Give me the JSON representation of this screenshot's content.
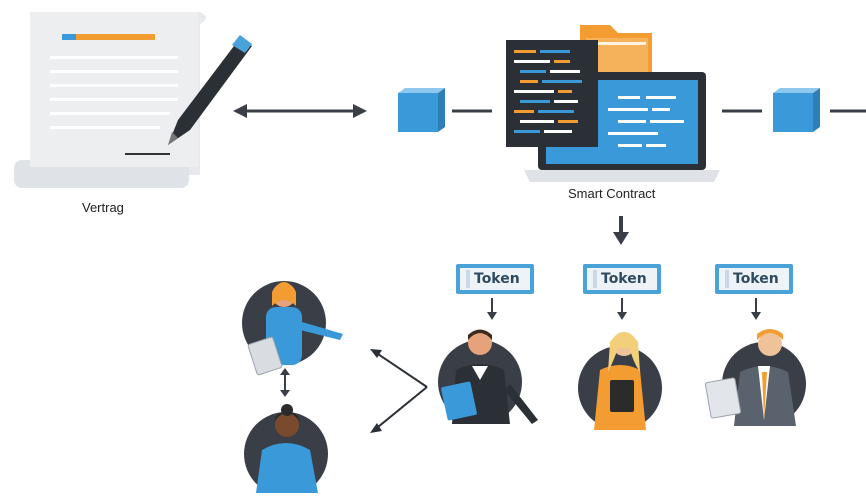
{
  "labels": {
    "contract": "Vertrag",
    "smart_contract": "Smart Contract"
  },
  "tokens": [
    "Token",
    "Token",
    "Token"
  ],
  "colors": {
    "block_blue": "#3a9ad9",
    "token_border": "#4aa3d8",
    "accent_orange": "#f39c32",
    "dark_circle": "#3a3f47",
    "arrow": "#3a3f47"
  },
  "icons": {
    "contract": "contract-scroll-with-pen-icon",
    "smart_contract": "laptop-code-folder-icon",
    "blocks": "blockchain-cube-icon",
    "people": "person-avatar-icon"
  }
}
